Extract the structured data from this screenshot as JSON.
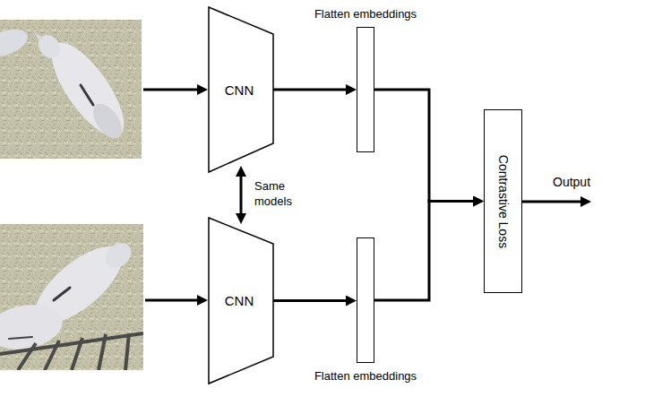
{
  "diagram": {
    "nodes": [
      {
        "text": [
          "CNN"
        ]
      },
      {
        "text": [
          "Flatten embeddings"
        ]
      },
      {
        "text": [
          "CNN"
        ]
      },
      {
        "text": [
          "Flatten embeddings"
        ]
      },
      {
        "text": [
          "Contrastive Loss"
        ]
      }
    ],
    "edges": [
      {
        "from": 0,
        "to": 1,
        "arrow": "to"
      },
      {
        "from": 2,
        "to": 3,
        "arrow": "to"
      },
      {
        "from": 1,
        "to": 4,
        "arrow": "to"
      },
      {
        "from": 3,
        "to": 4,
        "arrow": "to"
      },
      {
        "from": 0,
        "to": 2,
        "arrow": "both",
        "label": "Same models"
      }
    ],
    "labels": [
      "Output"
    ]
  }
}
